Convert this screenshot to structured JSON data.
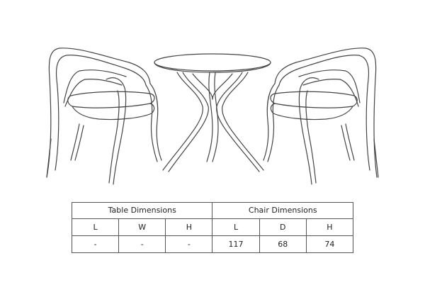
{
  "table_dimensions": {
    "heading": "Table Dimensions",
    "columns": [
      "L",
      "W",
      "H"
    ],
    "values": [
      "-",
      "-",
      "-"
    ]
  },
  "chair_dimensions": {
    "heading": "Chair Dimensions",
    "columns": [
      "L",
      "D",
      "H"
    ],
    "values": [
      "117",
      "68",
      "74"
    ]
  },
  "colors": {
    "line": "#444444",
    "border": "#555555",
    "background": "#ffffff"
  }
}
